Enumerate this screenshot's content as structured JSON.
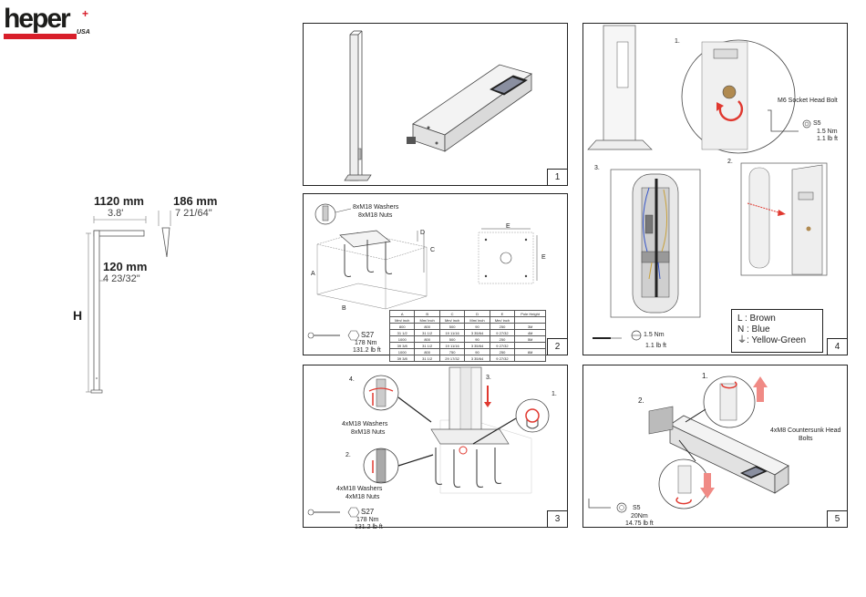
{
  "brand": {
    "name": "heper",
    "suffix": "USA"
  },
  "dimensions": {
    "arm_length_mm": "1120 mm",
    "arm_length_ft": "3.8'",
    "head_width_mm": "186 mm",
    "head_width_in": "7 21/64\"",
    "pole_width_mm": "120 mm",
    "pole_width_in": "4 23/32\"",
    "height_label": "H"
  },
  "panels": {
    "p1": {
      "number": "1"
    },
    "p2": {
      "number": "2",
      "hardware_line1": "8xM18 Washers",
      "hardware_line2": "8xM18 Nuts",
      "tool": "S27",
      "torque_nm": "178 Nm",
      "torque_lbft": "131.2 lb ft",
      "labels": {
        "a": "A",
        "b": "B",
        "c": "C",
        "d": "D",
        "e1": "E",
        "e2": "E"
      },
      "table": {
        "headers": [
          "A",
          "B",
          "C",
          "D",
          "E",
          "Pole Height"
        ],
        "units": [
          "Mm/ inch",
          "Mm/ inch",
          "Mm/ inch",
          "Mm/ inch",
          "Mm/ inch",
          ""
        ],
        "rows": [
          [
            "800",
            "800",
            "500",
            "90",
            "250",
            "3M"
          ],
          [
            "31 1/2",
            "31 1/2",
            "19 11/16",
            "3 35/64",
            "9 27/32",
            "4M"
          ],
          [
            "1000",
            "800",
            "500",
            "90",
            "250",
            "5M"
          ],
          [
            "39 3/8",
            "31 1/2",
            "19 11/16",
            "3 35/64",
            "9 27/32",
            ""
          ],
          [
            "1000",
            "800",
            "750",
            "90",
            "250",
            "6M"
          ],
          [
            "39 3/8",
            "31 1/2",
            "29 17/32",
            "3 35/64",
            "9 27/32",
            ""
          ]
        ]
      }
    },
    "p3": {
      "number": "3",
      "step1": "1.",
      "step2": "2.",
      "step3": "3.",
      "step4": "4.",
      "hw_top_line1": "4xM18 Washers",
      "hw_top_line2": "8xM18 Nuts",
      "hw_bottom_line1": "4xM18 Washers",
      "hw_bottom_line2": "4xM18 Nuts",
      "tool": "S27",
      "torque_nm": "178 Nm",
      "torque_lbft": "131.2 lb ft"
    },
    "p4": {
      "number": "4",
      "step1": "1.",
      "step2": "2.",
      "step3": "3.",
      "bolt_label": "M6 Socket Head Bolt",
      "tool": "S5",
      "torque_nm": "1.5 Nm",
      "torque_lbft": "1.1 lb ft",
      "screwdriver_nm": "1.5 Nm",
      "screwdriver_lbft": "1.1 lb ft",
      "legend": {
        "l": "L  : Brown",
        "n": "N : Blue",
        "earth": ": Yellow-Green"
      }
    },
    "p5": {
      "number": "5",
      "step1": "1.",
      "step2": "2.",
      "bolts_line1": "4xM8 Countersunk Head",
      "bolts_line2": "Bolts",
      "tool": "S5",
      "torque_nm": "20Nm",
      "torque_lbft": "14.75 lb ft"
    }
  },
  "colors": {
    "brand_red": "#d81e2a",
    "arrow_red": "#e0382f",
    "arrow_pink": "#f08a85"
  }
}
